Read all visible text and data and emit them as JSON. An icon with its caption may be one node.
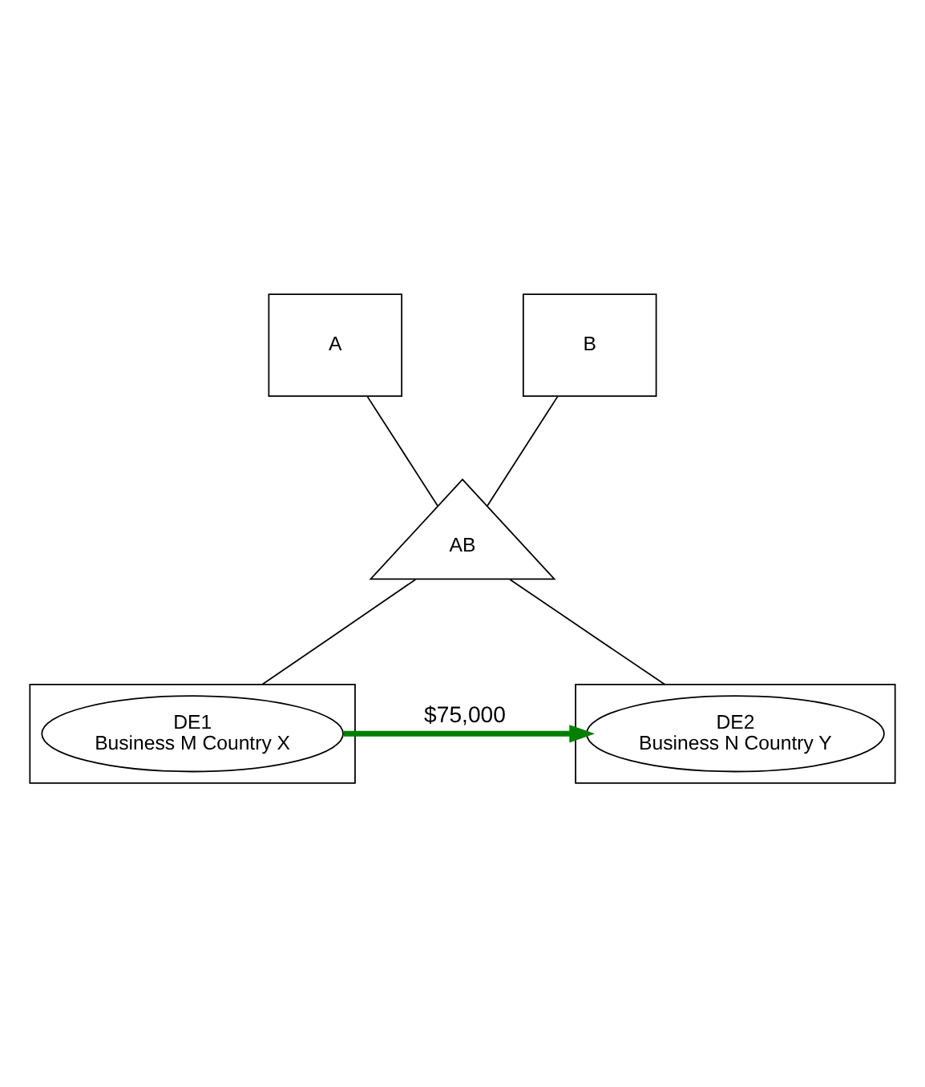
{
  "diagram": {
    "nodes": [
      {
        "text": [
          "A"
        ]
      },
      {
        "text": [
          "B"
        ]
      },
      {
        "text": [
          "AB"
        ]
      },
      {
        "text": [],
        "shape": "box"
      },
      {
        "text": [
          "DE1",
          "Business M Country X"
        ],
        "in": 3
      },
      {
        "text": [],
        "shape": "box"
      },
      {
        "text": [
          "DE2",
          "Business N Country Y"
        ],
        "in": 5
      }
    ],
    "edges": [
      {
        "from": 0,
        "to": 2,
        "arrow": "none"
      },
      {
        "from": 1,
        "to": 2,
        "arrow": "none"
      },
      {
        "from": 2,
        "to": 3,
        "arrow": "none"
      },
      {
        "from": 2,
        "to": 5,
        "arrow": "none"
      },
      {
        "from": 4,
        "to": 6,
        "arrow": "to",
        "label": "$75,000",
        "style": "thick",
        "color": "#008000"
      }
    ]
  }
}
